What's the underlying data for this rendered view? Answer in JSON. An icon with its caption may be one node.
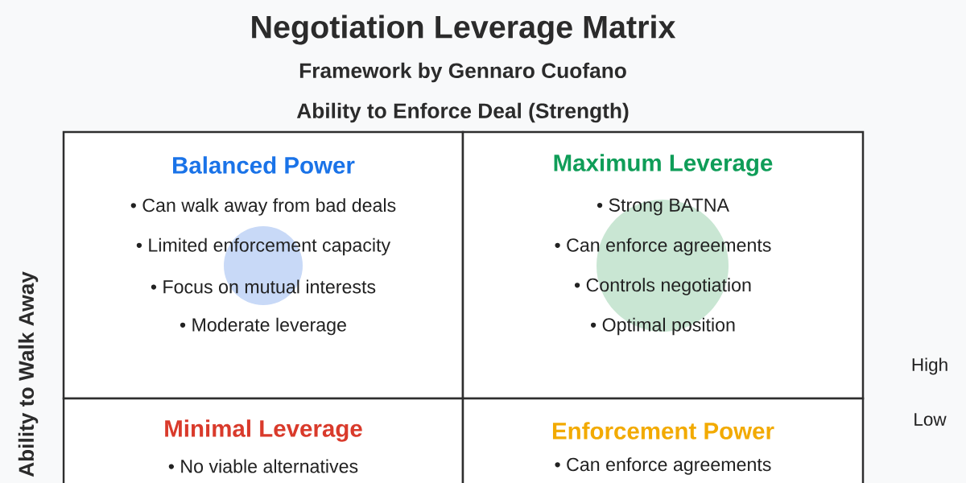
{
  "diagram": {
    "title": "Negotiation Leverage Matrix",
    "nodes": [
      {
        "text": [
          "Balanced Power",
          "• Can walk away from bad deals",
          "• Limited enforcement capacity",
          "• Focus on mutual interests",
          "• Moderate leverage"
        ]
      },
      {
        "text": [
          "Maximum Leverage",
          "• Strong BATNA",
          "• Can enforce agreements",
          "• Controls negotiation",
          "• Optimal position"
        ]
      },
      {
        "text": [
          "Minimal Leverage",
          "• No viable alternatives"
        ]
      },
      {
        "text": [
          "Enforcement Power",
          "• Can enforce agreements"
        ]
      }
    ],
    "labels": [
      "Framework by Gennaro Cuofano",
      "Ability to Enforce Deal (Strength)",
      "Ability to Walk Away",
      "High",
      "Low"
    ]
  }
}
